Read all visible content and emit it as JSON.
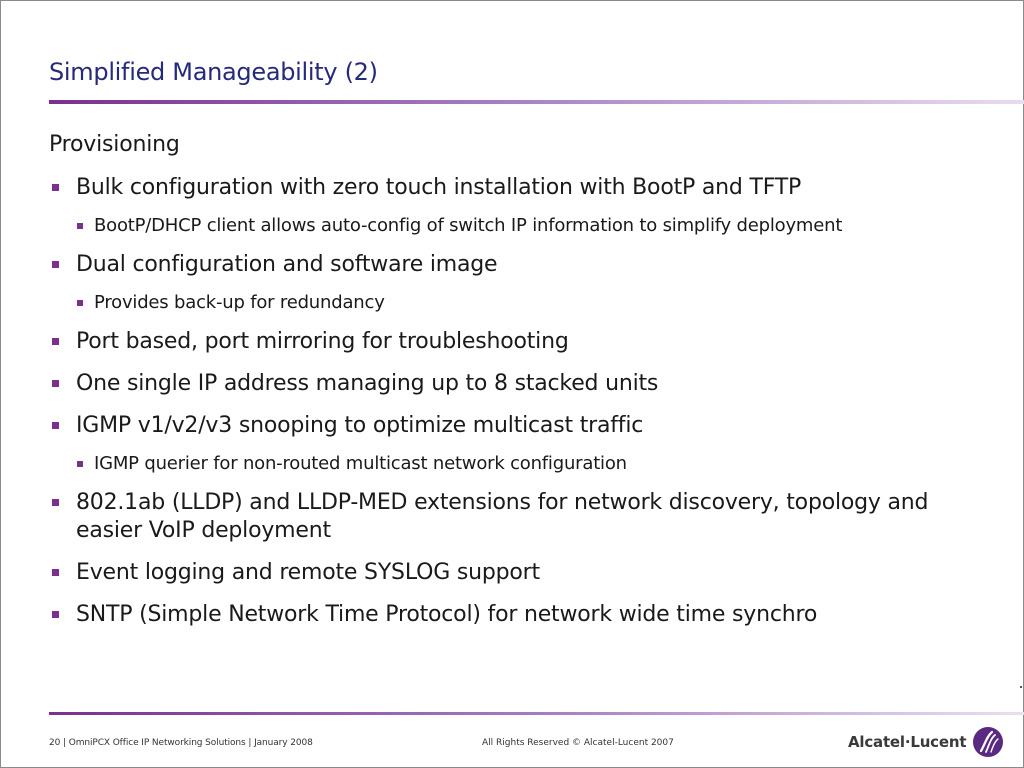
{
  "slide": {
    "title": "Simplified Manageability (2)",
    "heading": "Provisioning",
    "items": [
      {
        "level": 1,
        "text": "Bulk configuration with zero touch installation with BootP and TFTP"
      },
      {
        "level": 2,
        "text": "BootP/DHCP client allows auto-config of switch IP information to simplify deployment"
      },
      {
        "level": 1,
        "text": "Dual configuration and software image"
      },
      {
        "level": 2,
        "text": "Provides back-up for redundancy"
      },
      {
        "level": 1,
        "text": "Port based, port mirroring for troubleshooting"
      },
      {
        "level": 1,
        "text": "One single IP address managing up to 8 stacked units"
      },
      {
        "level": 1,
        "text": "IGMP v1/v2/v3 snooping to optimize multicast traffic"
      },
      {
        "level": 2,
        "text": "IGMP querier for non-routed multicast network configuration"
      },
      {
        "level": 1,
        "text": "802.1ab (LLDP) and LLDP-MED extensions for network discovery, topology and easier VoIP deployment"
      },
      {
        "level": 1,
        "text": "Event logging and remote SYSLOG support"
      },
      {
        "level": 1,
        "text": "SNTP (Simple Network Time Protocol) for network wide time synchro"
      }
    ]
  },
  "footer": {
    "left": "20 | OmniPCX Office IP Networking Solutions | January 2008",
    "middle": "All Rights Reserved © Alcatel-Lucent 2007",
    "logo_text": "Alcatel·Lucent"
  },
  "colors": {
    "accent": "#7b2f8f",
    "title": "#262a7a"
  },
  "icons": {
    "logo": "alcatel-lucent-swirl-icon",
    "bullet": "square-bullet-icon"
  }
}
